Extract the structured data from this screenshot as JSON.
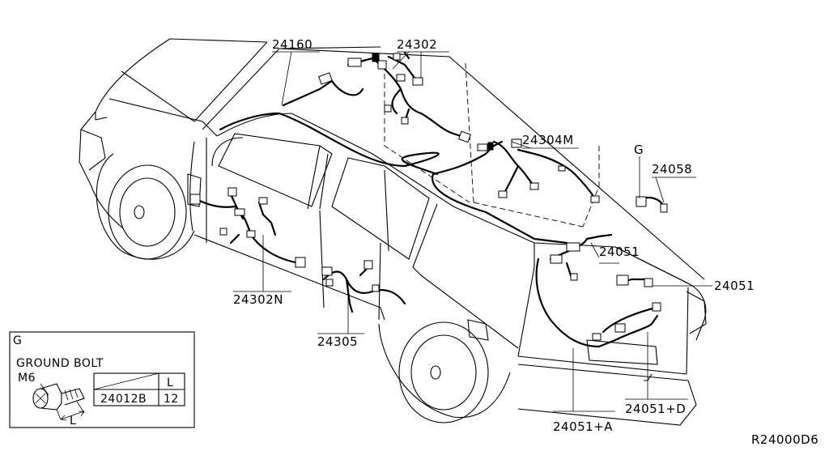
{
  "callouts": {
    "c24160": "24160",
    "c24302": "24302",
    "c24304M": "24304M",
    "cG": "G",
    "c24058": "24058",
    "c24051a": "24051",
    "c24051b": "24051",
    "c24302N": "24302N",
    "c24305": "24305",
    "c24051A": "24051+A",
    "c24051D": "24051+D"
  },
  "inset": {
    "corner_tag": "G",
    "title": "GROUND BOLT",
    "size": "M6",
    "length_label": "L",
    "table_header_l": "L",
    "part_number": "24012B",
    "length_value": "12"
  },
  "reference_code": "R24000D6"
}
